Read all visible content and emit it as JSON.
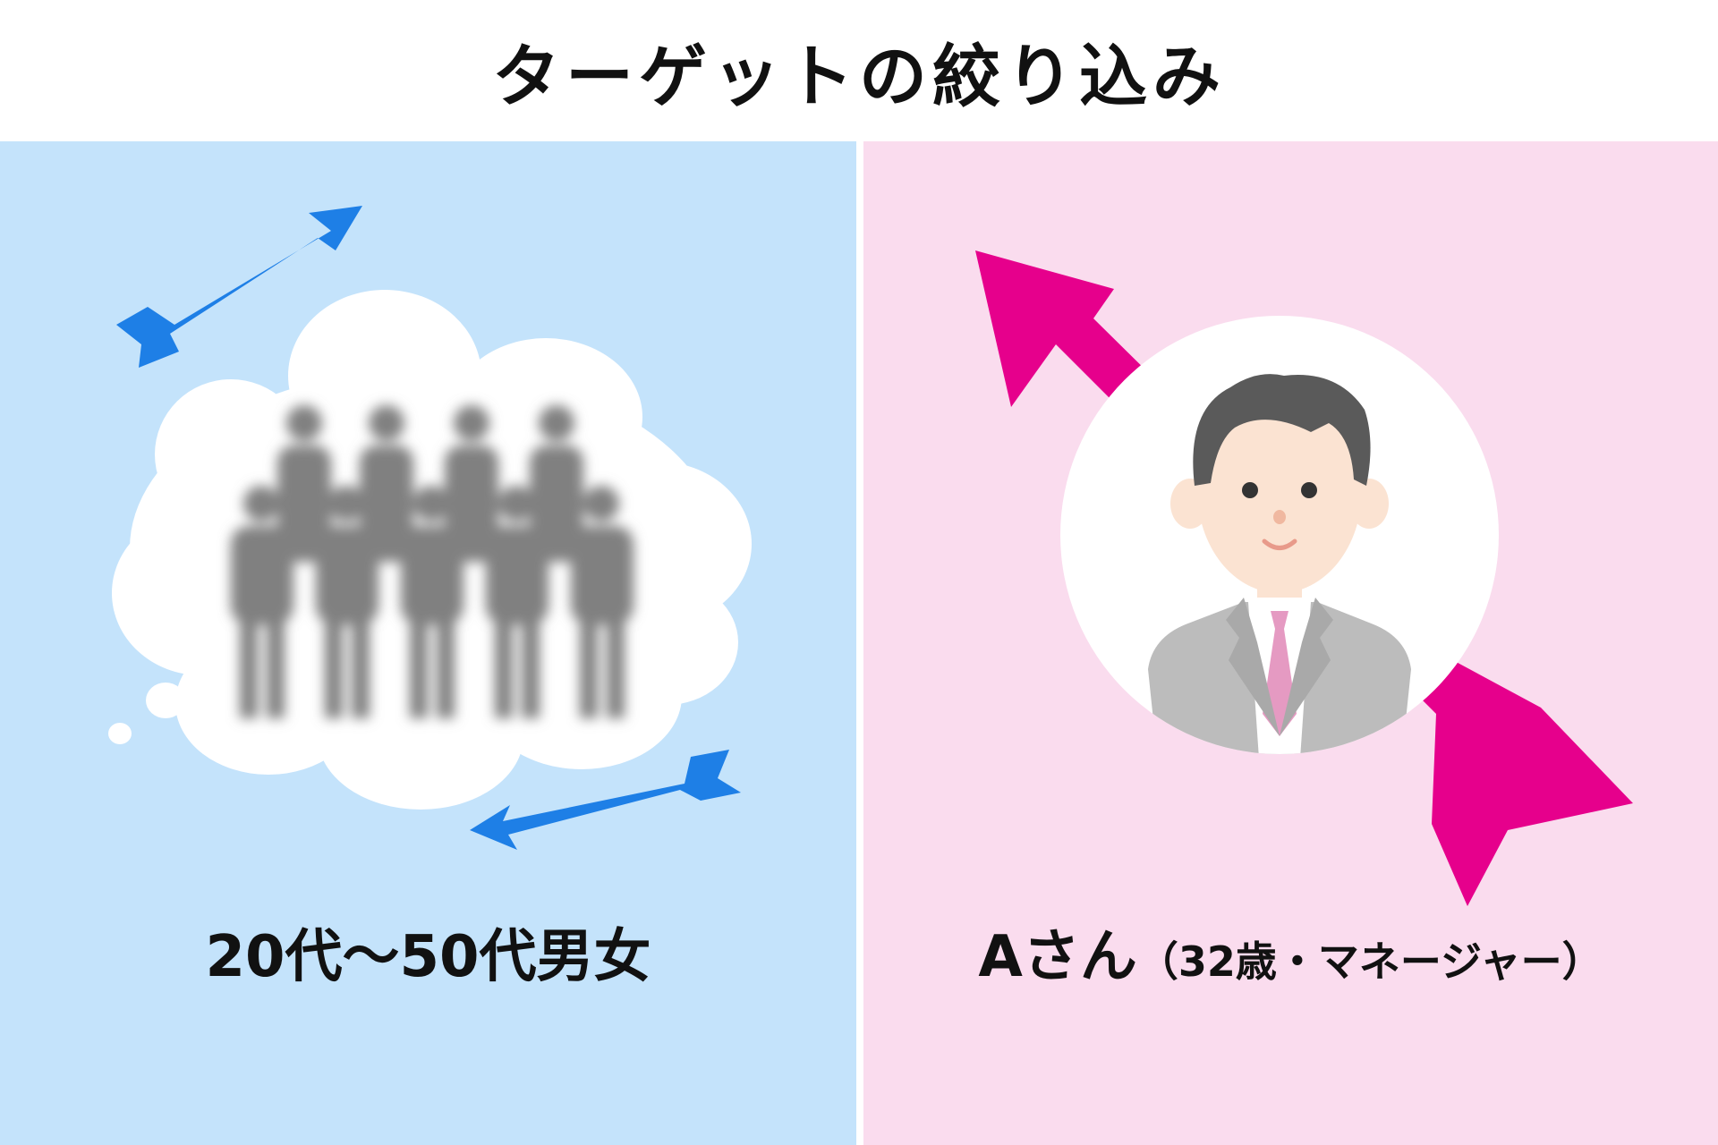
{
  "title": "ターゲットの絞り込み",
  "colors": {
    "left_bg": "#c4e3fb",
    "right_bg": "#fadcee",
    "blue_arrow": "#1e7fe6",
    "pink_arrow": "#e6008c",
    "crowd_gray": "#808080"
  },
  "left": {
    "caption": "20代〜50代男女",
    "icons": [
      "arrow-icon",
      "thought-cloud-icon",
      "crowd-icon"
    ]
  },
  "right": {
    "caption_main": "Aさん",
    "caption_sub": "（32歳・マネージャー）",
    "icons": [
      "arrow-icon",
      "businessman-avatar-icon"
    ]
  }
}
